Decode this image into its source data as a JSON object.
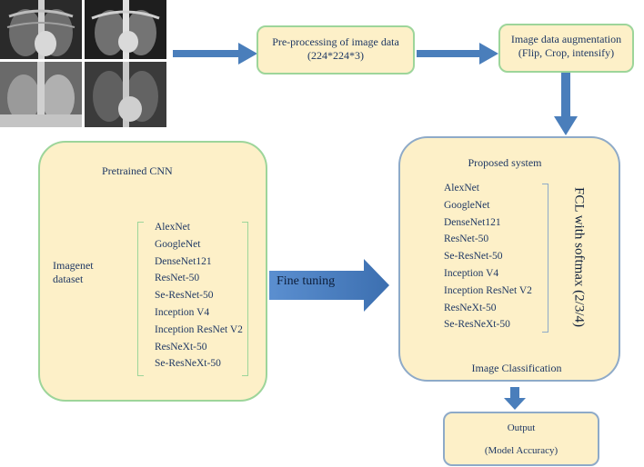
{
  "images": {
    "xray_icon": "chest-xray-icon"
  },
  "preprocess": {
    "title": "Pre-processing of image data",
    "subtitle": "(224*224*3)"
  },
  "augmentation": {
    "title": "Image data augmentation",
    "subtitle": "(Flip, Crop, intensify)"
  },
  "pretrained": {
    "title": "Pretrained CNN",
    "input_line1": "Imagenet",
    "input_line2": "dataset",
    "models": [
      "AlexNet",
      "GoogleNet",
      "DenseNet121",
      "ResNet-50",
      "Se-ResNet-50",
      "Inception V4",
      "Inception ResNet V2",
      "ResNeXt-50",
      "Se-ResNeXt-50"
    ]
  },
  "fine_tuning": {
    "label": "Fine tuning"
  },
  "proposed": {
    "title": "Proposed system",
    "models": [
      "AlexNet",
      "GoogleNet",
      "DenseNet121",
      "ResNet-50",
      "Se-ResNet-50",
      "Inception V4",
      "Inception ResNet V2",
      "ResNeXt-50",
      "Se-ResNeXt-50"
    ],
    "fcl_label": "FCL with softmax (2/3/4)",
    "classification": "Image Classification"
  },
  "output": {
    "title": "Output",
    "subtitle": "(Model Accuracy)"
  },
  "colors": {
    "box_fill": "#fdf0c8",
    "green_border": "#9dd59a",
    "blue_border": "#8eaac8",
    "arrow": "#4a7ebb",
    "text": "#1f3864"
  }
}
